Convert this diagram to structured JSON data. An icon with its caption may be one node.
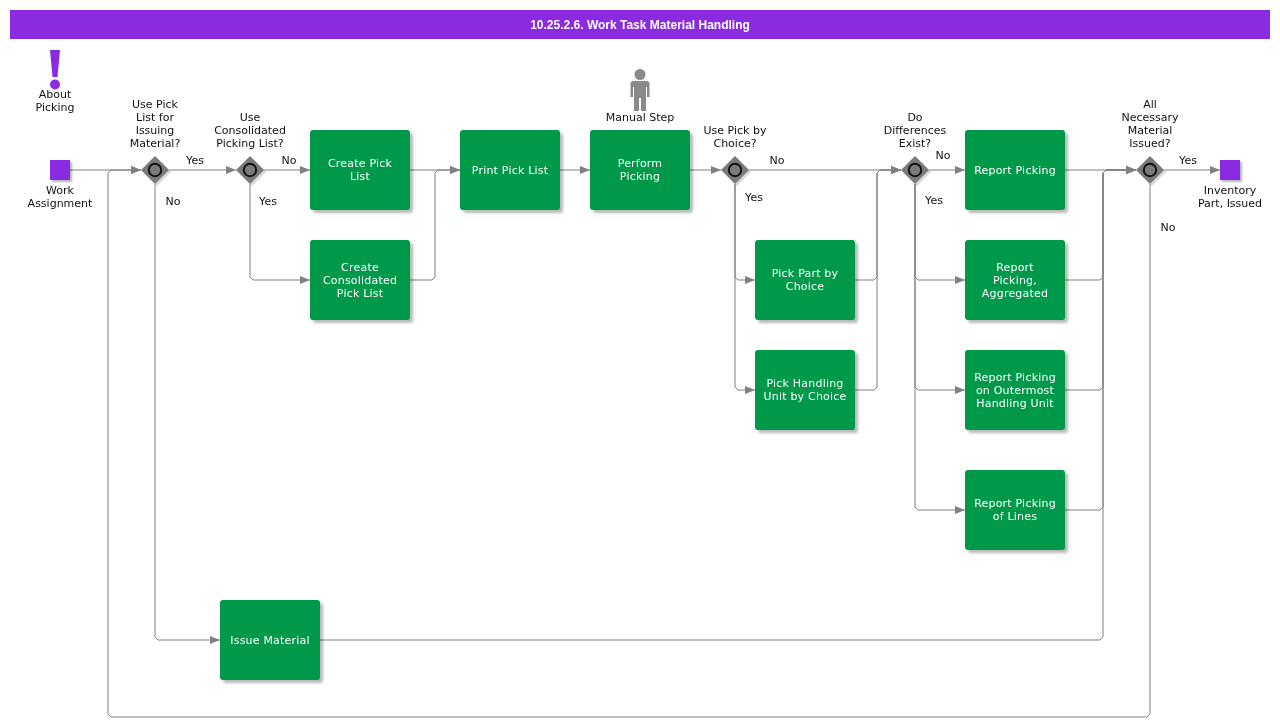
{
  "diagram": {
    "title": "10.25.2.6. Work Task Material Handling",
    "nodes": [
      {
        "text": [
          "Work Assignment"
        ]
      },
      {
        "text": [
          "Use Pick List for Issuing Material?"
        ]
      },
      {
        "text": [
          "Use Consolidated Picking List?"
        ]
      },
      {
        "text": [
          "Create Pick List"
        ]
      },
      {
        "text": [
          "Create Consolidated Pick List"
        ]
      },
      {
        "text": [
          "Print Pick List"
        ]
      },
      {
        "text": [
          "Perform Picking"
        ],
        "beside": [
          "Manual Step"
        ]
      },
      {
        "text": [
          "Use Pick by Choice?"
        ]
      },
      {
        "text": [
          "Pick Part by Choice"
        ]
      },
      {
        "text": [
          "Pick Handling Unit by Choice"
        ]
      },
      {
        "text": [
          "Do Differences Exist?"
        ]
      },
      {
        "text": [
          "Report Picking"
        ]
      },
      {
        "text": [
          "Report Picking, Aggregated"
        ]
      },
      {
        "text": [
          "Report Picking on Outermost Handling Unit"
        ]
      },
      {
        "text": [
          "Report Picking of Lines"
        ]
      },
      {
        "text": [
          "All Necessary Material Issued?"
        ]
      },
      {
        "text": [
          "Inventory Part, Issued"
        ]
      },
      {
        "text": [
          "Issue Material"
        ]
      }
    ],
    "edges": [
      {
        "from": 0,
        "to": 1,
        "arrow": "to"
      },
      {
        "from": 1,
        "to": 2,
        "arrow": "to",
        "label": "Yes"
      },
      {
        "from": 1,
        "to": 17,
        "arrow": "to",
        "label": "No"
      },
      {
        "from": 2,
        "to": 3,
        "arrow": "to",
        "label": "No"
      },
      {
        "from": 2,
        "to": 4,
        "arrow": "to",
        "label": "Yes"
      },
      {
        "from": 3,
        "to": 5,
        "arrow": "to"
      },
      {
        "from": 4,
        "to": 5,
        "arrow": "to"
      },
      {
        "from": 5,
        "to": 6,
        "arrow": "to"
      },
      {
        "from": 6,
        "to": 7,
        "arrow": "to"
      },
      {
        "from": 7,
        "to": 10,
        "arrow": "to",
        "label": "No"
      },
      {
        "from": 7,
        "to": 8,
        "arrow": "to",
        "label": "Yes"
      },
      {
        "from": 7,
        "to": 9,
        "arrow": "to"
      },
      {
        "from": 8,
        "to": 10,
        "arrow": "to"
      },
      {
        "from": 9,
        "to": 10,
        "arrow": "to"
      },
      {
        "from": 10,
        "to": 11,
        "arrow": "to",
        "label": "No"
      },
      {
        "from": 10,
        "to": 12,
        "arrow": "to",
        "label": "Yes"
      },
      {
        "from": 10,
        "to": 13,
        "arrow": "to"
      },
      {
        "from": 10,
        "to": 14,
        "arrow": "to"
      },
      {
        "from": 11,
        "to": 15,
        "arrow": "to"
      },
      {
        "from": 12,
        "to": 15,
        "arrow": "to"
      },
      {
        "from": 13,
        "to": 15,
        "arrow": "to"
      },
      {
        "from": 14,
        "to": 15,
        "arrow": "to"
      },
      {
        "from": 17,
        "to": 15,
        "arrow": "to"
      },
      {
        "from": 15,
        "to": 16,
        "arrow": "to",
        "label": "Yes"
      },
      {
        "from": 15,
        "to": 1,
        "arrow": "to",
        "label": "No"
      }
    ],
    "labels": [
      "About Picking"
    ]
  }
}
